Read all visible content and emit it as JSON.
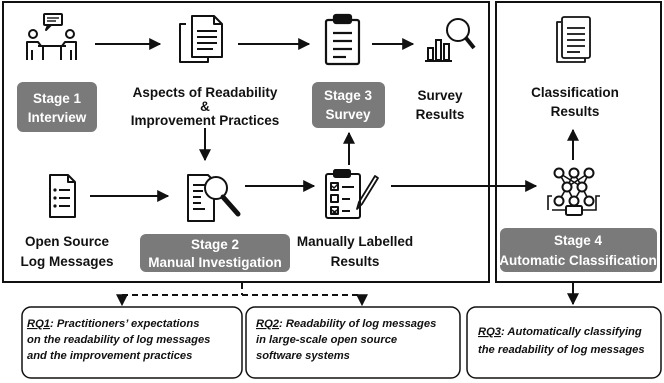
{
  "stages": {
    "interview": {
      "line1": "Stage 1",
      "line2": "Interview"
    },
    "manual_investigation": {
      "line1": "Stage 2",
      "line2": "Manual Investigation"
    },
    "survey": {
      "line1": "Stage 3",
      "line2": "Survey"
    },
    "automatic_classification": {
      "line1": "Stage 4",
      "line2": "Automatic Classification"
    }
  },
  "labels": {
    "aspects": {
      "line1": "Aspects of Readability",
      "line2": "&",
      "line3": "Improvement Practices"
    },
    "survey_results": {
      "line1": "Survey",
      "line2": "Results"
    },
    "classification_results": {
      "line1": "Classification",
      "line2": "Results"
    },
    "open_source": {
      "line1": "Open Source",
      "line2": "Log Messages"
    },
    "manually_labelled": {
      "line1": "Manually Labelled",
      "line2": "Results"
    }
  },
  "research_questions": {
    "rq1": {
      "key": "RQ1",
      "line1": ": Practitioners’ expectations",
      "line2": "on the readability of log messages",
      "line3": "and the improvement practices"
    },
    "rq2": {
      "key": "RQ2",
      "line1": ": Readability of log messages",
      "line2": "in large-scale open source",
      "line3": "software systems"
    },
    "rq3": {
      "key": "RQ3",
      "line1": ": Automatically classifying",
      "line2": "the readability of log messages"
    }
  },
  "colors": {
    "stage_fill": "#7a7a7a",
    "line": "#111111"
  },
  "icons": [
    "interview-icon",
    "documents-icon",
    "survey-clipboard-icon",
    "results-chart-icon",
    "classification-document-icon",
    "log-file-icon",
    "investigation-icon",
    "labelled-checklist-icon",
    "neural-network-icon"
  ]
}
